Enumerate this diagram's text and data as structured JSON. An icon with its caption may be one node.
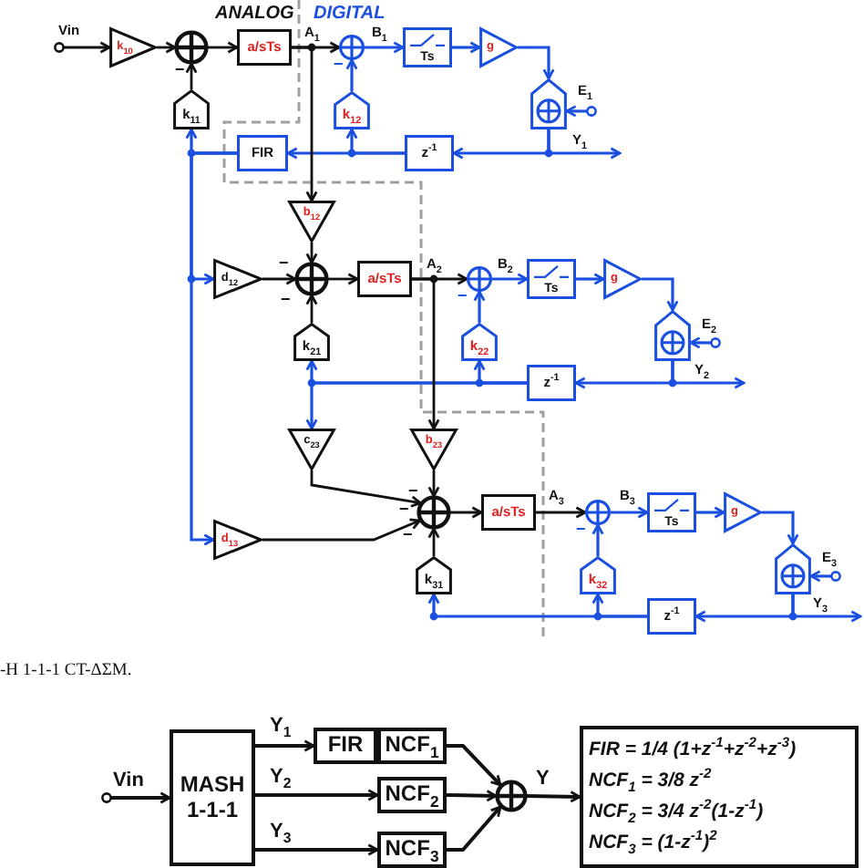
{
  "diagram": {
    "nodes": [
      {
        "text": [
          "k$_{10}$"
        ]
      },
      {
        "text": [],
        "shape": "circle"
      },
      {
        "text": [
          "a/sTs"
        ]
      },
      {
        "text": [],
        "shape": "circle"
      },
      {
        "text": [
          "Ts"
        ]
      },
      {
        "text": [
          "g"
        ]
      },
      {
        "text": [],
        "shape": "pentagon"
      },
      {
        "text": [
          "k$_{11}$"
        ]
      },
      {
        "text": [
          "FIR"
        ]
      },
      {
        "text": [
          "k$_{12}$"
        ]
      },
      {
        "text": [
          "z$^{-1}$"
        ]
      },
      {
        "text": [
          "b$_{12}$"
        ]
      },
      {
        "text": [
          "d$_{12}$"
        ]
      },
      {
        "text": [],
        "shape": "circle"
      },
      {
        "text": [
          "a/sTs"
        ]
      },
      {
        "text": [],
        "shape": "circle"
      },
      {
        "text": [
          "Ts"
        ]
      },
      {
        "text": [
          "g"
        ]
      },
      {
        "text": [],
        "shape": "pentagon"
      },
      {
        "text": [
          "k$_{21}$"
        ]
      },
      {
        "text": [
          "k$_{22}$"
        ]
      },
      {
        "text": [
          "z$^{-1}$"
        ]
      },
      {
        "text": [
          "c$_{23}$"
        ]
      },
      {
        "text": [
          "b$_{23}$"
        ]
      },
      {
        "text": [
          "d$_{13}$"
        ]
      },
      {
        "text": [],
        "shape": "circle"
      },
      {
        "text": [
          "a/sTs"
        ]
      },
      {
        "text": [],
        "shape": "circle"
      },
      {
        "text": [
          "Ts"
        ]
      },
      {
        "text": [
          "g"
        ]
      },
      {
        "text": [],
        "shape": "pentagon"
      },
      {
        "text": [
          "k$_{31}$"
        ]
      },
      {
        "text": [
          "k$_{32}$"
        ]
      },
      {
        "text": [
          "z$^{-1}$"
        ]
      },
      {
        "text": [
          "MASH 1-1-1"
        ]
      },
      {
        "text": [
          "FIR"
        ]
      },
      {
        "text": [
          "NCF$_{1}$"
        ]
      },
      {
        "text": [
          "NCF$_{2}$"
        ]
      },
      {
        "text": [
          "NCF$_{3}$"
        ]
      },
      {
        "text": [],
        "shape": "circle"
      },
      {
        "text": [
          "FIR = 1/4 (1+z$^{-1}$+z$^{-2}$+z$^{-3}$)",
          "NCF$_{1}$ = 3/8 z$^{-2}$",
          "NCF$_{2}$ = 3/4 z$^{-2}$(1-z$^{-1}$)",
          "NCF$_{3}$ = (1-z$^{-1}$)$^{2}$"
        ]
      }
    ],
    "edges": [
      {
        "from": null,
        "to": 0,
        "arrow": "to",
        "label": "Vin",
        "color": "#111111"
      },
      {
        "from": 0,
        "to": 1,
        "arrow": "to",
        "color": "#111111"
      },
      {
        "from": 1,
        "to": 2,
        "arrow": "to",
        "color": "#111111"
      },
      {
        "from": 2,
        "to": 3,
        "arrow": "to",
        "label": "A$_{1}$",
        "color": "#111111"
      },
      {
        "from": 3,
        "to": 4,
        "arrow": "to",
        "label": "B$_{1}$",
        "color": "#1a4fe0"
      },
      {
        "from": 4,
        "to": 5,
        "arrow": "to",
        "color": "#1a4fe0"
      },
      {
        "from": 5,
        "to": 6,
        "arrow": "to",
        "color": "#1a4fe0"
      },
      {
        "from": null,
        "to": 6,
        "arrow": "to",
        "label": "E$_{1}$",
        "color": "#1a4fe0"
      },
      {
        "from": 6,
        "to": null,
        "arrow": "to",
        "label": "Y$_{1}$",
        "color": "#1a4fe0"
      },
      {
        "from": 6,
        "to": 10,
        "arrow": "to",
        "color": "#1a4fe0"
      },
      {
        "from": 10,
        "to": 9,
        "arrow": "to",
        "color": "#1a4fe0"
      },
      {
        "from": 10,
        "to": 8,
        "arrow": "to",
        "color": "#1a4fe0"
      },
      {
        "from": 9,
        "to": 3,
        "arrow": "to",
        "color": "#1a4fe0"
      },
      {
        "from": 8,
        "to": 7,
        "arrow": "to",
        "color": "#1a4fe0"
      },
      {
        "from": 8,
        "to": 12,
        "arrow": "to",
        "color": "#1a4fe0"
      },
      {
        "from": 8,
        "to": 24,
        "arrow": "to",
        "color": "#1a4fe0"
      },
      {
        "from": 7,
        "to": 1,
        "arrow": "to",
        "color": "#111111"
      },
      {
        "from": 2,
        "to": 11,
        "arrow": "to",
        "color": "#111111"
      },
      {
        "from": 11,
        "to": 13,
        "arrow": "to",
        "color": "#111111"
      },
      {
        "from": 12,
        "to": 13,
        "arrow": "to",
        "color": "#111111"
      },
      {
        "from": 13,
        "to": 14,
        "arrow": "to",
        "color": "#111111"
      },
      {
        "from": 14,
        "to": 15,
        "arrow": "to",
        "label": "A$_{2}$",
        "color": "#111111"
      },
      {
        "from": 15,
        "to": 16,
        "arrow": "to",
        "label": "B$_{2}$",
        "color": "#1a4fe0"
      },
      {
        "from": 16,
        "to": 17,
        "arrow": "to",
        "color": "#1a4fe0"
      },
      {
        "from": 17,
        "to": 18,
        "arrow": "to",
        "color": "#1a4fe0"
      },
      {
        "from": null,
        "to": 18,
        "arrow": "to",
        "label": "E$_{2}$",
        "color": "#1a4fe0"
      },
      {
        "from": 18,
        "to": null,
        "arrow": "to",
        "label": "Y$_{2}$",
        "color": "#1a4fe0"
      },
      {
        "from": 18,
        "to": 21,
        "arrow": "to",
        "color": "#1a4fe0"
      },
      {
        "from": 21,
        "to": 20,
        "arrow": "to",
        "color": "#1a4fe0"
      },
      {
        "from": 21,
        "to": 19,
        "arrow": "to",
        "color": "#1a4fe0"
      },
      {
        "from": 21,
        "to": 22,
        "arrow": "to",
        "color": "#1a4fe0"
      },
      {
        "from": 20,
        "to": 15,
        "arrow": "to",
        "color": "#1a4fe0"
      },
      {
        "from": 19,
        "to": 13,
        "arrow": "to",
        "color": "#111111"
      },
      {
        "from": 14,
        "to": 23,
        "arrow": "to",
        "color": "#111111"
      },
      {
        "from": 23,
        "to": 25,
        "arrow": "to",
        "color": "#111111"
      },
      {
        "from": 22,
        "to": 25,
        "arrow": "to",
        "color": "#111111"
      },
      {
        "from": 24,
        "to": 25,
        "arrow": "to",
        "color": "#111111"
      },
      {
        "from": 31,
        "to": 25,
        "arrow": "to",
        "color": "#111111"
      },
      {
        "from": 25,
        "to": 26,
        "arrow": "to",
        "color": "#111111"
      },
      {
        "from": 26,
        "to": 27,
        "arrow": "to",
        "label": "A$_{3}$",
        "color": "#111111"
      },
      {
        "from": 27,
        "to": 28,
        "arrow": "to",
        "label": "B$_{3}$",
        "color": "#1a4fe0"
      },
      {
        "from": 28,
        "to": 29,
        "arrow": "to",
        "color": "#1a4fe0"
      },
      {
        "from": 29,
        "to": 30,
        "arrow": "to",
        "color": "#1a4fe0"
      },
      {
        "from": null,
        "to": 30,
        "arrow": "to",
        "label": "E$_{3}$",
        "color": "#1a4fe0"
      },
      {
        "from": 30,
        "to": null,
        "arrow": "to",
        "label": "Y$_{3}$",
        "color": "#1a4fe0"
      },
      {
        "from": 30,
        "to": 33,
        "arrow": "to",
        "color": "#1a4fe0"
      },
      {
        "from": 33,
        "to": 32,
        "arrow": "to",
        "color": "#1a4fe0"
      },
      {
        "from": 33,
        "to": 31,
        "arrow": "to",
        "color": "#1a4fe0"
      },
      {
        "from": 32,
        "to": 27,
        "arrow": "to",
        "color": "#1a4fe0"
      },
      {
        "from": null,
        "to": 34,
        "arrow": "to",
        "label": "Vin",
        "color": "#111111"
      },
      {
        "from": 34,
        "to": 35,
        "arrow": "to",
        "label": "Y$_{1}$",
        "color": "#111111"
      },
      {
        "from": 34,
        "to": 37,
        "arrow": "to",
        "label": "Y$_{2}$",
        "color": "#111111"
      },
      {
        "from": 34,
        "to": 38,
        "arrow": "to",
        "label": "Y$_{3}$",
        "color": "#111111"
      },
      {
        "from": 36,
        "to": 39,
        "arrow": "to",
        "color": "#111111"
      },
      {
        "from": 37,
        "to": 39,
        "arrow": "to",
        "color": "#111111"
      },
      {
        "from": 38,
        "to": 39,
        "arrow": "to",
        "color": "#111111"
      },
      {
        "from": 39,
        "to": 40,
        "arrow": "to",
        "label": "Y",
        "color": "#111111"
      }
    ],
    "labels": [
      "ANALOG",
      "DIGITAL",
      "−",
      "−",
      "−",
      "−",
      "−",
      "−",
      "−",
      "−",
      "−",
      "-H 1-1-1 CT-ΔΣM."
    ]
  }
}
